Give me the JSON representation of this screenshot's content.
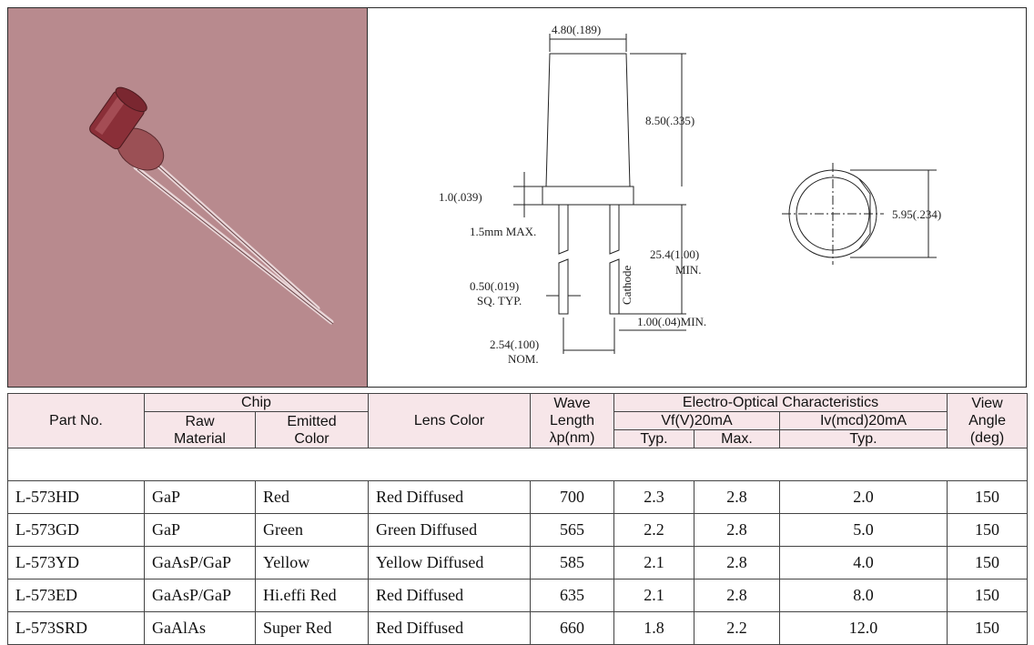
{
  "drawing": {
    "dim_top": "4.80(.189)",
    "dim_body": "8.50(.335)",
    "dim_flange": "1.0(.039)",
    "dim_max": "1.5mm MAX.",
    "dim_lead_len": "25.4(1.00)",
    "dim_min": "MIN.",
    "dim_sq": "0.50(.019)",
    "dim_sq_typ": "SQ. TYP.",
    "cathode": "Cathode",
    "dim_lead_min": "1.00(.04)MIN.",
    "dim_pitch": "2.54(.100)",
    "dim_nom": "NOM.",
    "dim_dia": "5.95(.234)"
  },
  "table": {
    "headers": {
      "part_no": "Part No.",
      "chip": "Chip",
      "raw": "Raw Material",
      "emitted": "Emitted Color",
      "lens": "Lens Color",
      "wave": "Wave Length",
      "wave_unit": "λp(nm)",
      "eo": "Electro-Optical Characteristics",
      "vf": "Vf(V)20mA",
      "iv": "Iv(mcd)20mA",
      "typ": "Typ.",
      "max": "Max.",
      "typ2": "Typ.",
      "view": "View Angle (deg)"
    },
    "rows": [
      {
        "part": "L-573HD",
        "raw": "GaP",
        "emitted": "Red",
        "lens": "Red Diffused",
        "wave": "700",
        "vf_typ": "2.3",
        "vf_max": "2.8",
        "iv": "2.0",
        "angle": "150"
      },
      {
        "part": "L-573GD",
        "raw": "GaP",
        "emitted": "Green",
        "lens": "Green Diffused",
        "wave": "565",
        "vf_typ": "2.2",
        "vf_max": "2.8",
        "iv": "5.0",
        "angle": "150"
      },
      {
        "part": "L-573YD",
        "raw": "GaAsP/GaP",
        "emitted": "Yellow",
        "lens": "Yellow Diffused",
        "wave": "585",
        "vf_typ": "2.1",
        "vf_max": "2.8",
        "iv": "4.0",
        "angle": "150"
      },
      {
        "part": "L-573ED",
        "raw": "GaAsP/GaP",
        "emitted": "Hi.effi Red",
        "lens": "Red Diffused",
        "wave": "635",
        "vf_typ": "2.1",
        "vf_max": "2.8",
        "iv": "8.0",
        "angle": "150"
      },
      {
        "part": "L-573SRD",
        "raw": "GaAlAs",
        "emitted": "Super Red",
        "lens": "Red Diffused",
        "wave": "660",
        "vf_typ": "1.8",
        "vf_max": "2.2",
        "iv": "12.0",
        "angle": "150"
      }
    ]
  },
  "colors": {
    "header_bg": "#f7e6e9",
    "photo_bg": "#b88a8e"
  }
}
